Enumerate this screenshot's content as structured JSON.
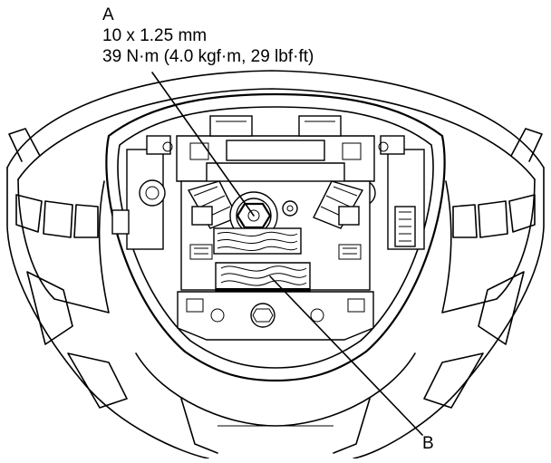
{
  "callouts": {
    "a": {
      "letter": "A",
      "size_spec": "10 x 1.25 mm",
      "torque_spec": "39 N·m (4.0 kgf·m, 29 lbf·ft)"
    },
    "b": {
      "letter": "B"
    }
  },
  "colors": {
    "ink": "#000000",
    "paper": "#ffffff"
  }
}
